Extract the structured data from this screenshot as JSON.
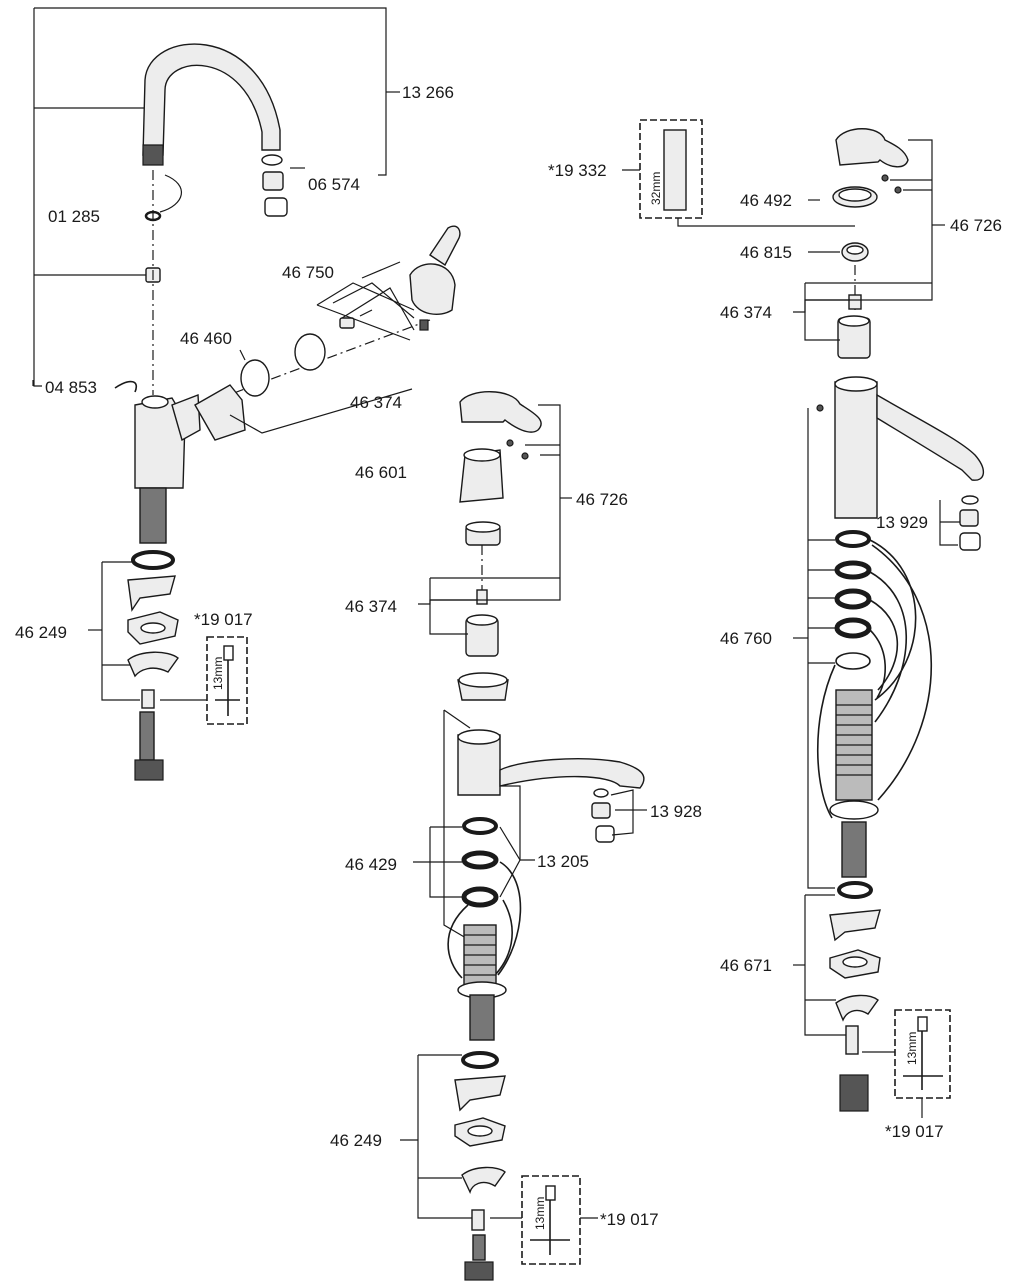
{
  "labels": {
    "left_spout": "13 266",
    "left_aerator": "06 574",
    "left_oring": "01 285",
    "left_clip": "04 853",
    "left_handle": "46 750",
    "left_nut": "46 460",
    "left_cartridge": "46 374",
    "left_mounting": "46 249",
    "left_tool": "*19 017",
    "mid_cap": "46 601",
    "mid_handle": "46 726",
    "mid_cartridge": "46 374",
    "mid_aerator": "13 928",
    "mid_seals": "46 429",
    "mid_oring": "13 205",
    "mid_mounting": "46 249",
    "mid_tool": "*19 017",
    "right_key": "*19 332",
    "right_cover": "46 492",
    "right_handle": "46 726",
    "right_nut": "46 815",
    "right_cartridge": "46 374",
    "right_aerator": "13 929",
    "right_seals": "46 760",
    "right_mounting": "46 671",
    "right_tool": "*19 017"
  },
  "tool_sizes": {
    "key_32": "32mm",
    "wrench_13": "13mm"
  }
}
